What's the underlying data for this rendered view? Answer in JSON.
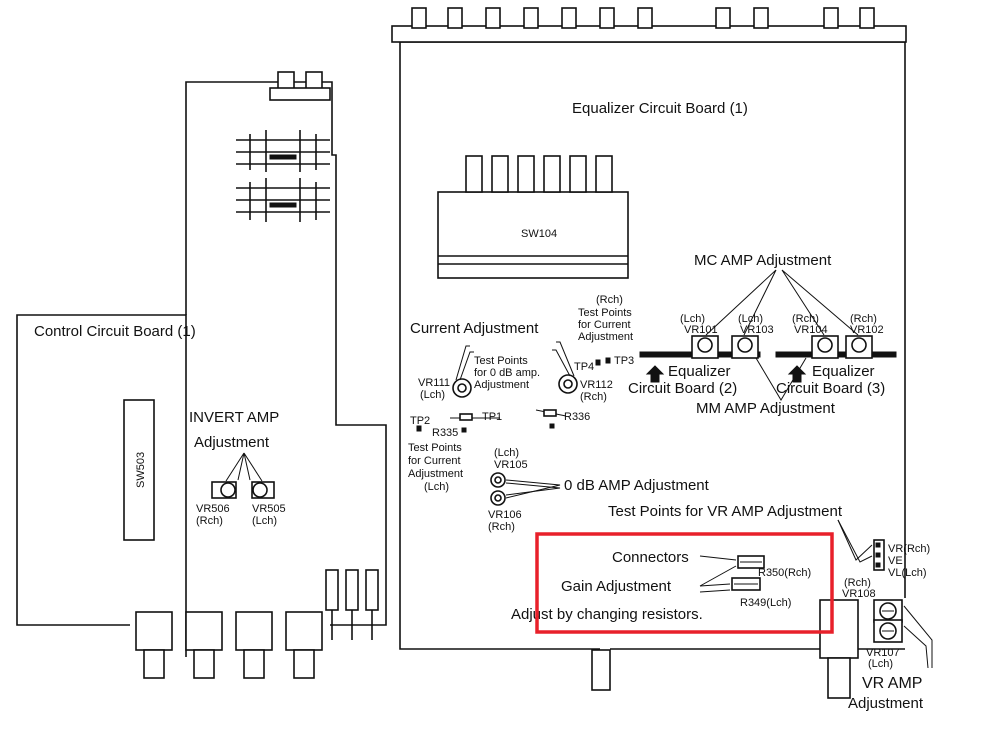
{
  "boards": {
    "control": "Control Circuit Board (1)",
    "equalizer1": "Equalizer Circuit Board (1)",
    "equalizer2": "Equalizer\nCircuit Board (2)",
    "equalizer3": "Equalizer\nCircuit Board (3)"
  },
  "parts": {
    "sw104": "SW104",
    "sw503": "SW503"
  },
  "invert_amp": {
    "title": "INVERT AMP",
    "subtitle": "Adjustment",
    "vr506": "VR506",
    "vr506_ch": "(Rch)",
    "vr505": "VR505",
    "vr505_ch": "(Lch)"
  },
  "mc_amp": {
    "title": "MC AMP Adjustment",
    "vr101_ch": "(Lch)",
    "vr101": "VR101",
    "vr103_ch": "(Lch)",
    "vr103": "VR103",
    "vr104_ch": "(Rch)",
    "vr104": "VR104",
    "vr102_ch": "(Rch)",
    "vr102": "VR102"
  },
  "mm_amp": {
    "title": "MM AMP Adjustment"
  },
  "current_adj": {
    "title": "Current Adjustment",
    "rch_tp_ch": "(Rch)",
    "rch_tp_lines": [
      "Test Points",
      "for Current",
      "Adjustment"
    ],
    "tp4": "TP4",
    "tp3": "TP3",
    "zero_db_tp_lines": [
      "Test Points",
      "for 0 dB amp.",
      "Adjustment"
    ],
    "vr111": "VR111",
    "vr111_ch": "(Lch)",
    "vr112": "VR112",
    "vr112_ch": "(Rch)",
    "tp1": "TP1",
    "tp2": "TP2",
    "r335": "R335",
    "r336": "R336",
    "lch_tp_lines": [
      "Test Points",
      "for Current",
      "Adjustment"
    ],
    "lch_tp_ch": "(Lch)"
  },
  "zero_db_amp": {
    "title": "0 dB AMP Adjustment",
    "vr105_ch": "(Lch)",
    "vr105": "VR105",
    "vr106": "VR106",
    "vr106_ch": "(Rch)"
  },
  "vr_amp": {
    "tp_title": "Test Points for VR AMP Adjustment",
    "tp_vr": "VR(Rch)",
    "tp_ve": "VE",
    "tp_vl": "VL(Lch)",
    "vr108_ch": "(Rch)",
    "vr108": "VR108",
    "vr107": "VR107",
    "vr107_ch": "(Lch)",
    "title": "VR AMP",
    "subtitle": "Adjustment"
  },
  "highlight": {
    "connectors": "Connectors",
    "gain": "Gain Adjustment",
    "r350": "R350(Rch)",
    "r349": "R349(Lch)",
    "note": "Adjust by changing resistors.",
    "box_color": "#e8202a"
  }
}
